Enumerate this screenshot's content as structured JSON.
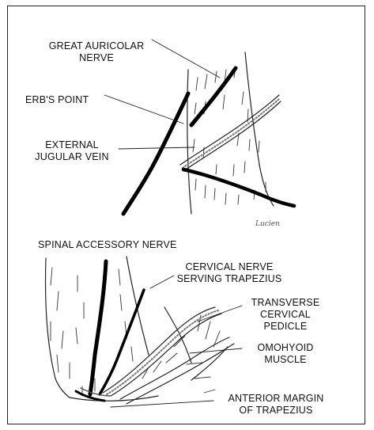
{
  "labels": {
    "great_auricular_nerve": [
      "GREAT AURICOLAR",
      "NERVE"
    ],
    "erbs_point": "ERB'S POINT",
    "external_jugular_vein": [
      "EXTERNAL",
      "JUGULAR VEIN"
    ],
    "spinal_accessory_nerve": "SPINAL ACCESSORY NERVE",
    "cervical_nerve_trapezius": [
      "CERVICAL NERVE",
      "SERVING TRAPEZIUS"
    ],
    "transverse_cervical_pedicle": [
      "TRANSVERSE",
      "CERVICAL",
      "PEDICLE"
    ],
    "omohyoid_muscle": [
      "OMOHYOID",
      "MUSCLE"
    ],
    "anterior_margin_trapezius": [
      "ANTERIOR MARGIN",
      "OF TRAPEZIUS"
    ]
  },
  "signature": "Lucien"
}
